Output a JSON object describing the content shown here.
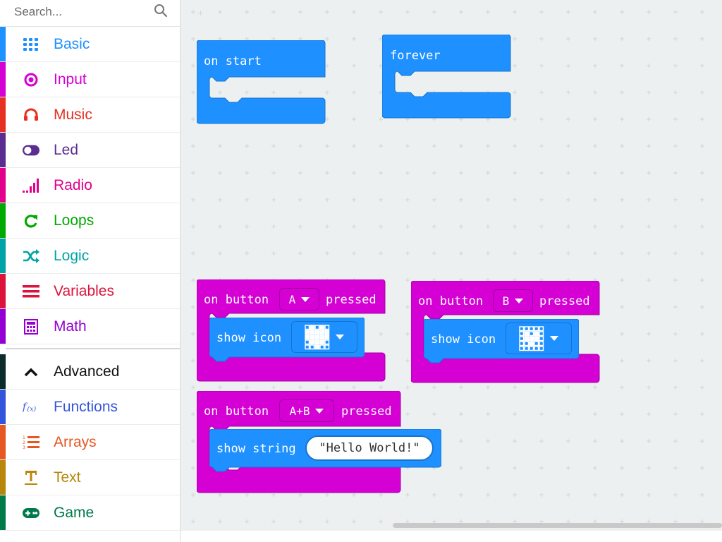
{
  "search": {
    "placeholder": "Search..."
  },
  "toolbox": {
    "categories": [
      {
        "label": "Basic",
        "color": "#1e90ff",
        "icon": "grid-icon"
      },
      {
        "label": "Input",
        "color": "#d400d4",
        "icon": "target-icon"
      },
      {
        "label": "Music",
        "color": "#e63022",
        "icon": "headphones-icon"
      },
      {
        "label": "Led",
        "color": "#5c2d91",
        "icon": "toggle-icon"
      },
      {
        "label": "Radio",
        "color": "#e3008c",
        "icon": "signal-bars-icon"
      },
      {
        "label": "Loops",
        "color": "#00aa00",
        "icon": "refresh-icon"
      },
      {
        "label": "Logic",
        "color": "#00a4a6",
        "icon": "shuffle-icon"
      },
      {
        "label": "Variables",
        "color": "#dc143c",
        "icon": "list-lines-icon"
      },
      {
        "label": "Math",
        "color": "#9400d3",
        "icon": "calculator-icon"
      }
    ],
    "advanced": [
      {
        "label": "Advanced",
        "color": "#000000",
        "stripe": "#0c2b2b",
        "icon": "chevron-up-icon"
      },
      {
        "label": "Functions",
        "color": "#3455db",
        "icon": "function-icon"
      },
      {
        "label": "Arrays",
        "color": "#e65722",
        "icon": "numbered-list-icon"
      },
      {
        "label": "Text",
        "color": "#b8860b",
        "icon": "text-icon"
      },
      {
        "label": "Game",
        "color": "#007a4b",
        "icon": "gamepad-icon"
      }
    ]
  },
  "workspace": {
    "on_start": "on start",
    "forever": "forever",
    "btn_a": {
      "prefix": "on button",
      "value": "A",
      "suffix": "pressed",
      "inner": "show icon"
    },
    "btn_b": {
      "prefix": "on button",
      "value": "B",
      "suffix": "pressed",
      "inner": "show icon"
    },
    "btn_ab": {
      "prefix": "on button",
      "value": "A+B",
      "suffix": "pressed",
      "inner": "show string",
      "string": "\"Hello World!\""
    }
  },
  "colors": {
    "basic": "#1e90ff",
    "input": "#d400d4",
    "workspace_bg": "#ecf0f1"
  }
}
